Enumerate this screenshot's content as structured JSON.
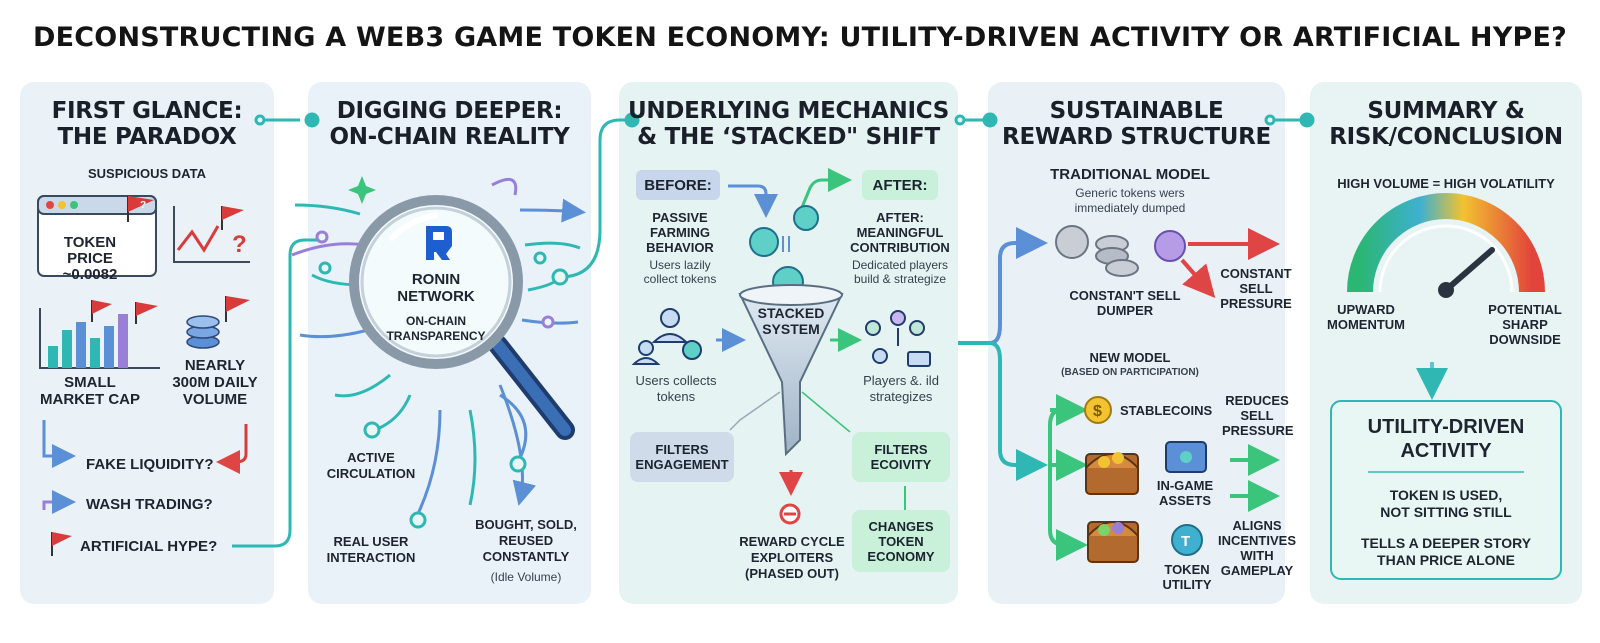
{
  "title": "DECONSTRUCTING A WEB3 GAME TOKEN ECONOMY: UTILITY-DRIVEN ACTIVITY OR ARTIFICIAL HYPE?",
  "panels": {
    "first": {
      "heading_line1": "FIRST GLANCE:",
      "heading_line2": "THE PARADOX",
      "subheading": "SUSPICIOUS DATA",
      "token_price_line1": "TOKEN",
      "token_price_line2": "PRICE",
      "token_price_value": "~0.0082",
      "small_market_cap_line1": "SMALL",
      "small_market_cap_line2": "MARKET CAP",
      "volume_line1": "NEARLY",
      "volume_line2": "300M DAILY",
      "volume_line3": "VOLUME",
      "questions": [
        "FAKE LIQUIDITY?",
        "WASH TRADING?",
        "ARTIFICIAL HYPE?"
      ]
    },
    "second": {
      "heading_line1": "DIGGING DEEPER:",
      "heading_line2": "ON-CHAIN REALITY",
      "network_line1": "RONIN",
      "network_line2": "NETWORK",
      "transparency_line1": "ON-CHAIN",
      "transparency_line2": "TRANSPARENCY",
      "active_circulation_line1": "ACTIVE",
      "active_circulation_line2": "CIRCULATION",
      "real_user_line1": "REAL USER",
      "real_user_line2": "INTERACTION",
      "bought_line1": "BOUGHT, SOLD,",
      "bought_line2": "REUSED",
      "bought_line3": "CONSTANTLY",
      "idle_volume": "(Idle Volume)"
    },
    "third": {
      "heading_line1": "UNDERLYING MECHANICS",
      "heading_line2": "& THE ‘STACKED\" SHIFT",
      "before_tag": "BEFORE:",
      "after_tag": "AFTER:",
      "passive_line1": "PASSIVE",
      "passive_line2": "FARMING",
      "passive_line3": "BEHAVIOR",
      "passive_desc_line1": "Users lazily",
      "passive_desc_line2": "collect tokens",
      "after_title_line1": "AFTER:",
      "after_title_line2": "MEANINGFUL",
      "after_title_line3": "CONTRIBUTION",
      "after_desc_line1": "Dedicated players",
      "after_desc_line2": "build & strategize",
      "stacked_line1": "STACKED",
      "stacked_line2": "SYSTEM",
      "users_collects_line1": "Users collects",
      "users_collects_line2": "tokens",
      "players_line1": "Players &. ild",
      "players_line2": "strategizes",
      "filters_engagement_line1": "FILTERS",
      "filters_engagement_line2": "ENGAGEMENT",
      "filters_ecoivity_line1": "FILTERS",
      "filters_ecoivity_line2": "ECOIVITY",
      "changes_line1": "CHANGES",
      "changes_line2": "TOKEN",
      "changes_line3": "ECONOMY",
      "exploiters_line1": "REWARD CYCLE",
      "exploiters_line2": "EXPLOITERS",
      "exploiters_line3": "(PHASED OUT)"
    },
    "fourth": {
      "heading_line1": "SUSTAINABLE",
      "heading_line2": "REWARD STRUCTURE",
      "traditional": "TRADITIONAL MODEL",
      "traditional_desc_line1": "Generic tokens wers",
      "traditional_desc_line2": "immediately dumped",
      "dumper_line1": "CONSTAN'T SELL",
      "dumper_line2": "DUMPER",
      "pressure_line1": "CONSTANT",
      "pressure_line2": "SELL",
      "pressure_line3": "PRESSURE",
      "new_model": "NEW MODEL",
      "new_model_sub": "(BASED ON PARTICIPATION)",
      "stablecoins": "STABLECOINS",
      "in_game_line1": "IN-GAME",
      "in_game_line2": "ASSETS",
      "token_utility_line1": "TOKEN",
      "token_utility_line2": "UTILITY",
      "reduces_line1": "REDUCES",
      "reduces_line2": "SELL",
      "reduces_line3": "PRESSURE",
      "aligns_line1": "ALIGNS",
      "aligns_line2": "INCENTIVES",
      "aligns_line3": "WITH",
      "aligns_line4": "GAMEPLAY"
    },
    "fifth": {
      "heading_line1": "SUMMARY &",
      "heading_line2": "RISK/CONCLUSION",
      "volatility": "HIGH VOLUME = HIGH VOLATILITY",
      "upward_line1": "UPWARD",
      "upward_line2": "MOMENTUM",
      "downside_line1": "POTENTIAL",
      "downside_line2": "SHARP",
      "downside_line3": "DOWNSIDE",
      "conclusion_line1": "UTILITY-DRIVEN",
      "conclusion_line2": "ACTIVITY",
      "used_line1": "TOKEN IS USED,",
      "used_line2": "NOT SITTING STILL",
      "story_line1": "TELLS A DEEPER STORY",
      "story_line2": "THAN PRICE ALONE"
    }
  },
  "colors": {
    "teal": "#2fb8b3",
    "blue_arrow": "#5b8fd6",
    "purple": "#9a7fd9",
    "red_flag": "#d93b3b",
    "green": "#3bc47b",
    "dark": "#1b2430"
  }
}
